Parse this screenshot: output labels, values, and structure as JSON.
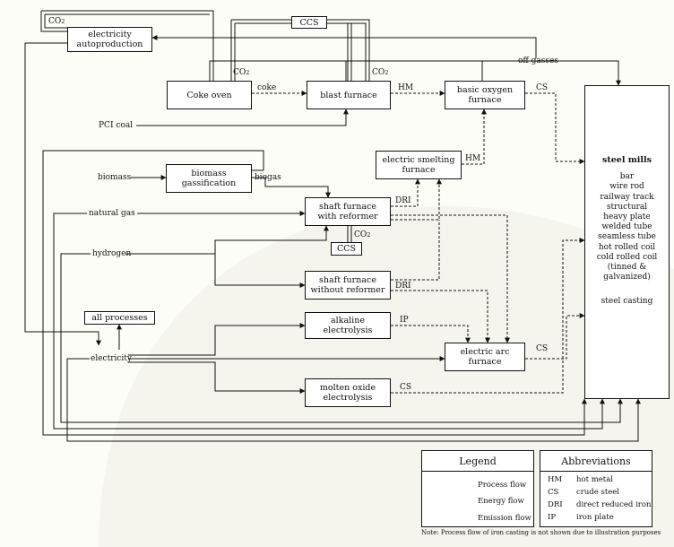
{
  "boxes": {
    "elec_auto": "electricity autoproduction",
    "ccs_top": "CCS",
    "coke_oven": "Coke oven",
    "blast_furnace": "blast furnace",
    "bof": "basic oxygen furnace",
    "biomass_gas": "biomass gassification",
    "esf": "electric smelting furnace",
    "sf_reformer": "shaft furnace with reformer",
    "ccs_bottom": "CCS",
    "sf_no_reformer": "shaft furnace without reformer",
    "all_processes": "all processes",
    "alkaline": "alkaline electrolysis",
    "eaf": "electric arc furnace",
    "moe": "molten oxide electrolysis"
  },
  "inputs": {
    "pci_coal": "PCI coal",
    "biomass": "biomass",
    "natural_gas": "natural gas",
    "hydrogen": "hydrogen",
    "electricity": "electricity"
  },
  "flow_labels": {
    "co2": "CO",
    "co2_sub": "2",
    "coke": "coke",
    "hm": "HM",
    "cs": "CS",
    "dri": "DRI",
    "ip": "IP",
    "biogas": "biogas",
    "off_gasses": "off gasses"
  },
  "steel_mills": {
    "title": "steel mills",
    "products": [
      "bar",
      "wire rod",
      "railway track",
      "structural",
      "heavy plate",
      "welded tube",
      "seamless tube",
      "hot rolled coil",
      "cold rolled coil",
      "(tinned &",
      "galvanized)"
    ],
    "casting": "steel casting"
  },
  "legend": {
    "title": "Legend",
    "items": [
      "Process flow",
      "Energy flow",
      "Emission flow"
    ]
  },
  "abbreviations": {
    "title": "Abbreviations",
    "items": [
      {
        "abbr": "HM",
        "meaning": "hot metal"
      },
      {
        "abbr": "CS",
        "meaning": "crude steel"
      },
      {
        "abbr": "DRI",
        "meaning": "direct reduced iron"
      },
      {
        "abbr": "IP",
        "meaning": "iron plate"
      }
    ]
  },
  "note": "Note: Process flow of iron casting is not shown due to illustration purposes"
}
